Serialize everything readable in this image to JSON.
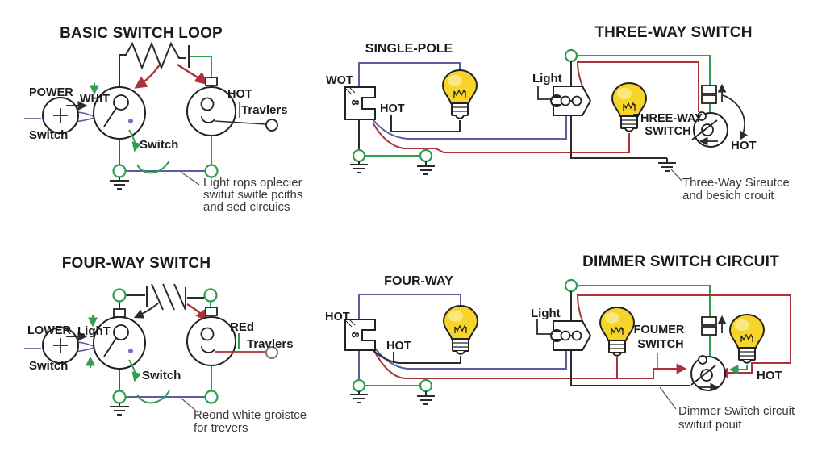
{
  "colors": {
    "wire_black": "#2b2b2b",
    "wire_green": "#2f9e4e",
    "wire_red": "#ab3339",
    "wire_blue": "#5b5fa0",
    "bulb_fill": "#f6d429",
    "bulb_highlight": "#fae87d",
    "text": "#1b1b1b",
    "caption": "#3a3a3a"
  },
  "panels": {
    "basic": {
      "title": "BASIC SWITCH LOOP",
      "power": "POWER",
      "whit": "WHIT",
      "switch_left": "Switch",
      "switch_inner": "Switch",
      "hot": "HOT",
      "travlers": "Travlers",
      "caption": [
        "Light rops oplecier",
        "switut switle pciths",
        "and sed circuics"
      ]
    },
    "single_pole": {
      "title": "SINGLE-POLE",
      "wot": "WOT",
      "hot": "HOT",
      "box_glyph": "8"
    },
    "three_way": {
      "title": "THREE-WAY SWITCH",
      "light": "Light",
      "switch_line1": "THREE-WAY",
      "switch_line2": "SWITCH",
      "hot": "HOT",
      "caption": [
        "Three-Way Sireutce",
        "and besich crouit"
      ]
    },
    "four_way_left": {
      "title": "FOUR-WAY SWITCH",
      "lower": "LOWER",
      "light": "LighT",
      "switch_left": "Switch",
      "switch_inner": "Switch",
      "red": "REd",
      "travlers": "Travlers",
      "caption": [
        "Reond white groistce",
        "for trevers"
      ]
    },
    "four_way_mid": {
      "title": "FOUR-WAY",
      "hot_left": "HOT",
      "hot_mid": "HOT",
      "box_glyph": "8"
    },
    "dimmer": {
      "title": "DIMMER SWITCH CIRCUIT",
      "light": "Light",
      "switch_line1": "FOUMER",
      "switch_line2": "SWITCH",
      "hot": "HOT",
      "caption": [
        "Dimmer Switch circuit",
        "swituit pouit"
      ]
    }
  }
}
